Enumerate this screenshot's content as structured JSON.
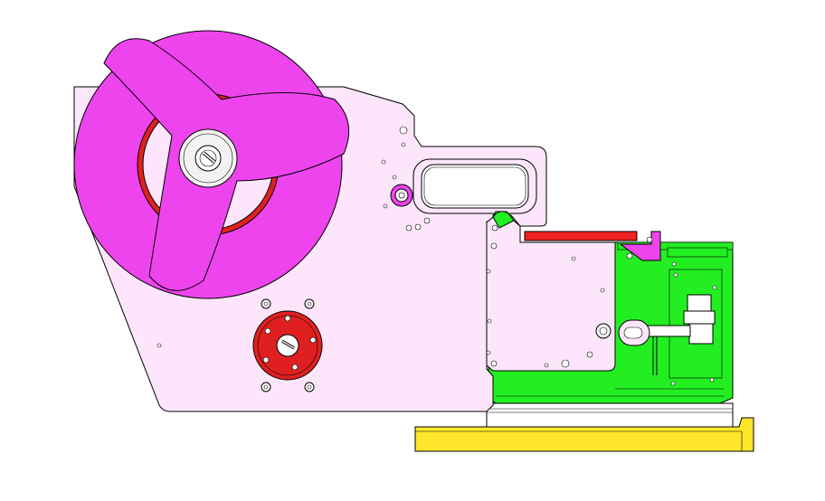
{
  "colors": {
    "background": "#ffffff",
    "main_plate": "#fde6fb",
    "reel_and_knob": "#ee44ee",
    "reel_core_ring": "#e02020",
    "adjuster_knob": "#e02020",
    "green_assembly": "#22ee22",
    "front_plate": "#fde6fb",
    "red_strip": "#ee2222",
    "base_plate": "#ffe62a",
    "outline": "#000000",
    "hub": "#f2f2f2"
  },
  "parts": [
    "main-plate",
    "label-reel",
    "three-lobe-knob",
    "center-hub",
    "tension-adjuster-knob",
    "guide-roller",
    "slot-arm",
    "front-plate",
    "green-mechanism",
    "red-strip",
    "base-rail",
    "yellow-base-plate"
  ]
}
